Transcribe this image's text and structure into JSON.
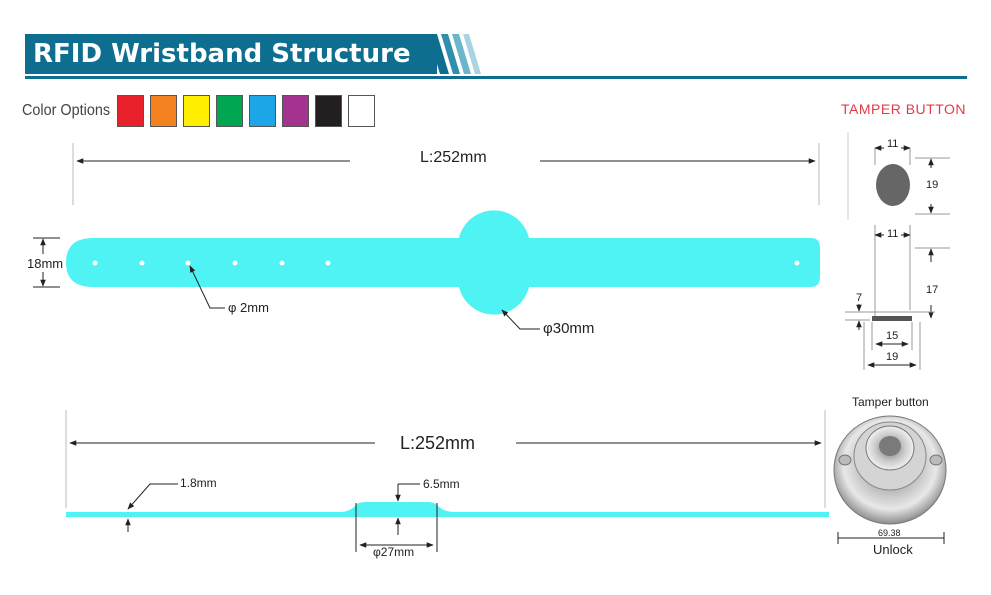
{
  "title": "RFID Wristband Structure",
  "color_options": {
    "label": "Color Options",
    "swatches": [
      "#e8202a",
      "#f58220",
      "#ffee00",
      "#00a651",
      "#1ca6e8",
      "#a3338e",
      "#231f20",
      "#ffffff"
    ]
  },
  "band_color": "#4ff3f4",
  "top_view": {
    "length_label": "L:252mm",
    "width_label": "18mm",
    "hole_label": "φ 2mm",
    "disc_label": "φ30mm"
  },
  "side_view": {
    "length_label": "L:252mm",
    "thickness_label": "1.8mm",
    "boss_height_label": "6.5mm",
    "boss_diameter_label": "φ27mm"
  },
  "tamper_button": {
    "heading": "TAMPER BUTTON",
    "top_width": "11",
    "top_height": "19",
    "profile_top": "11",
    "profile_height": "17",
    "profile_left": "7",
    "profile_base_inner": "15",
    "profile_base_outer": "19"
  },
  "tamper_photo": {
    "caption": "Tamper button",
    "measure": "69.38",
    "unlock": "Unlock"
  }
}
